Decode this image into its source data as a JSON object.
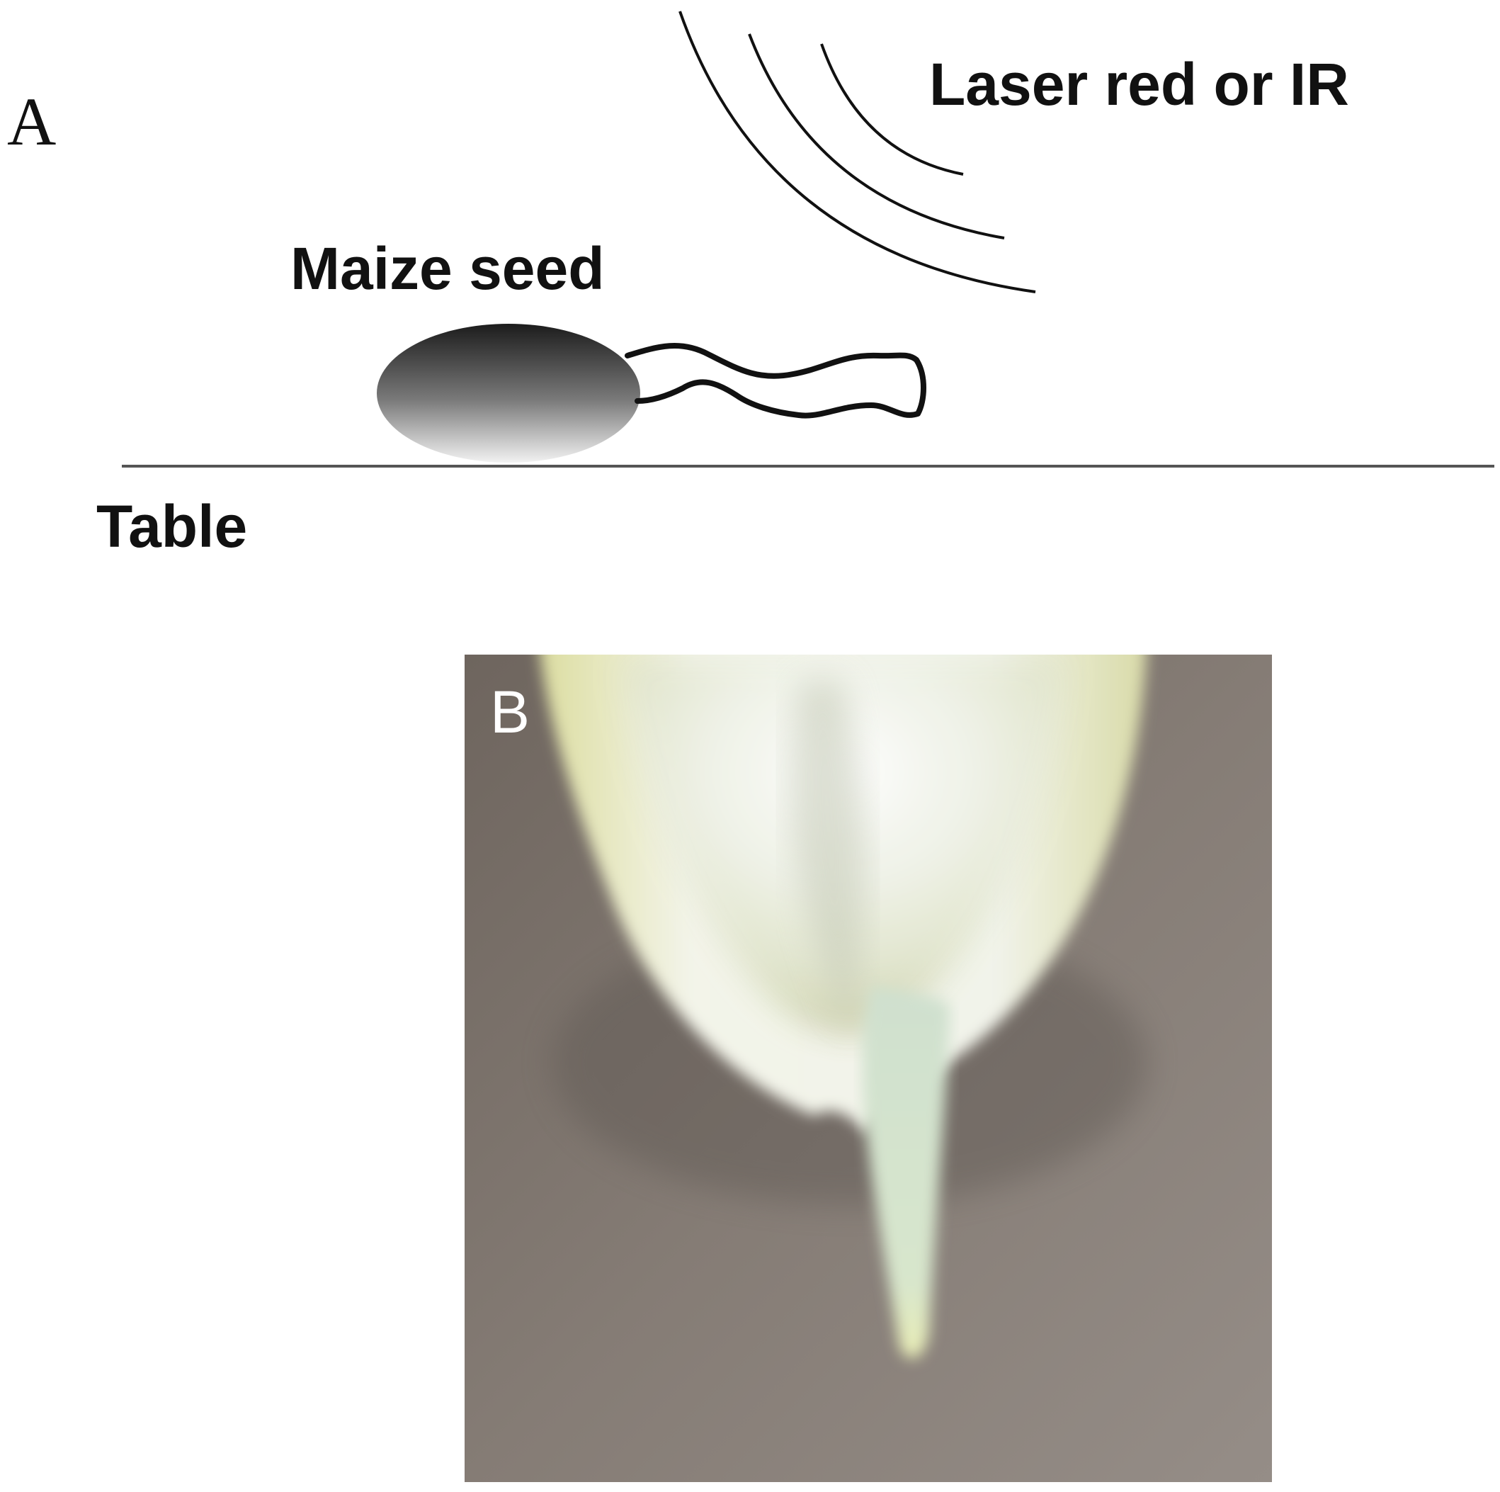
{
  "panel_a": {
    "letter": "A",
    "labels": {
      "laser": "Laser red or IR",
      "seed": "Maize seed",
      "table": "Table"
    }
  },
  "panel_b": {
    "letter": "B"
  },
  "colors": {
    "ink": "#111111",
    "photo_background": "#7f7670",
    "kernel": "#e8ebd8",
    "radicle": "#d6e4cc"
  }
}
